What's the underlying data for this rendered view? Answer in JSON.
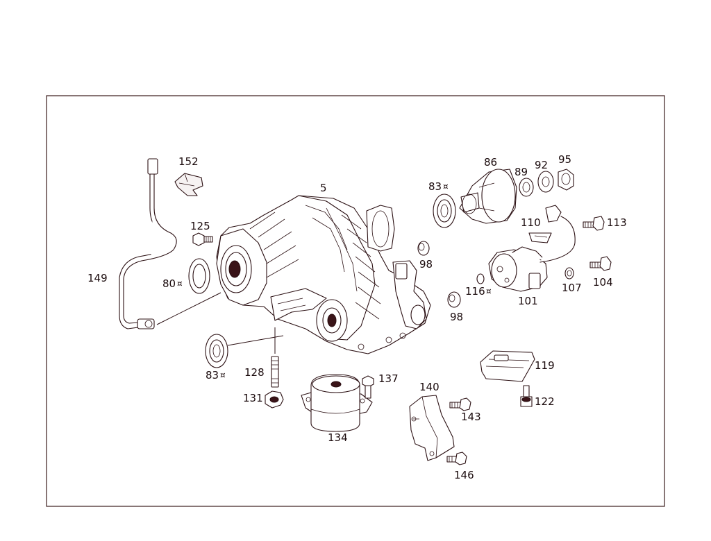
{
  "diagram": {
    "labels": {
      "l5": "5",
      "l83a": "83",
      "l83b": "83",
      "l86": "86",
      "l89": "89",
      "l92": "92",
      "l95": "95",
      "l98a": "98",
      "l98b": "98",
      "l101": "101",
      "l104": "104",
      "l107": "107",
      "l110": "110",
      "l113": "113",
      "l116": "116",
      "l119": "119",
      "l122": "122",
      "l125": "125",
      "l128": "128",
      "l131": "131",
      "l134": "134",
      "l137": "137",
      "l140": "140",
      "l143": "143",
      "l146": "146",
      "l149": "149",
      "l152": "152",
      "l80": "80"
    },
    "marker_symbol": "¤"
  }
}
